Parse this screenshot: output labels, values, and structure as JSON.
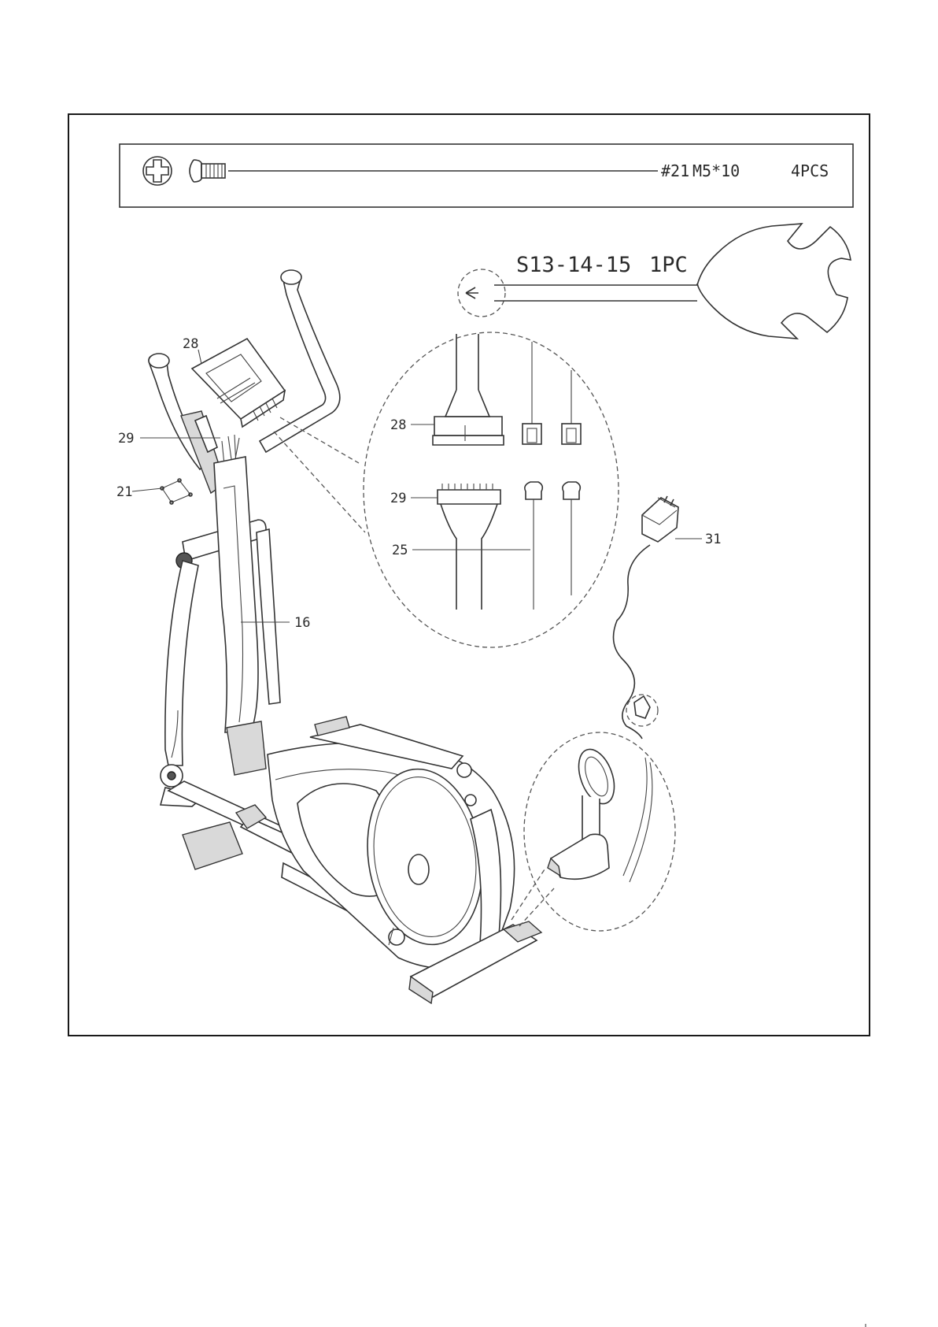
{
  "hardware_box": {
    "part_number": "#21",
    "size": "M5*10",
    "quantity": "4PCS"
  },
  "wrench": {
    "label": "S13-14-15",
    "quantity": "1PC"
  },
  "callouts": {
    "console": "28",
    "console_wire": "29",
    "bolts": "21",
    "upright_post": "16",
    "detail_console_connector": "28",
    "detail_console_wire": "29",
    "detail_post_wire": "25",
    "adapter": "31"
  },
  "icons": [
    "phillips-head-icon",
    "bolt-icon",
    "wrench-icon",
    "adapter-icon"
  ]
}
